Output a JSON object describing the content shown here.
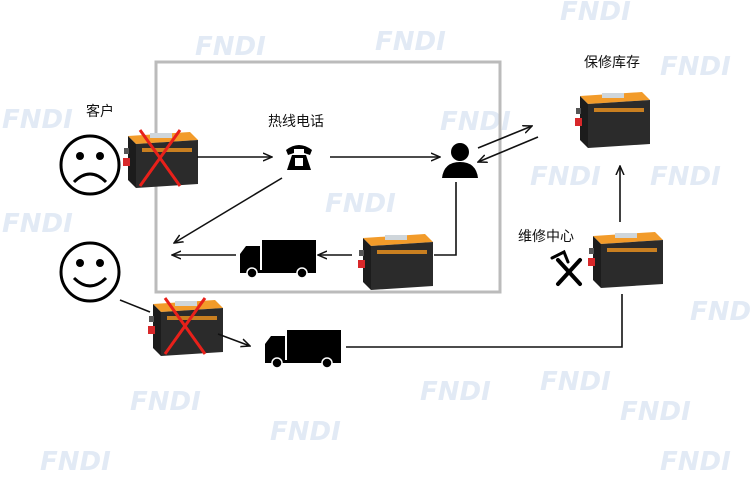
{
  "labels": {
    "customer": "客户",
    "hotline": "热线电话",
    "warranty_stock": "保修库存",
    "repair_center": "维修中心"
  },
  "watermark": "FNDI",
  "colors": {
    "battery_orange": "#f0a030",
    "battery_body": "#2a2a2a",
    "cross_red": "#e8201a",
    "box_border": "#bbbbbb"
  }
}
